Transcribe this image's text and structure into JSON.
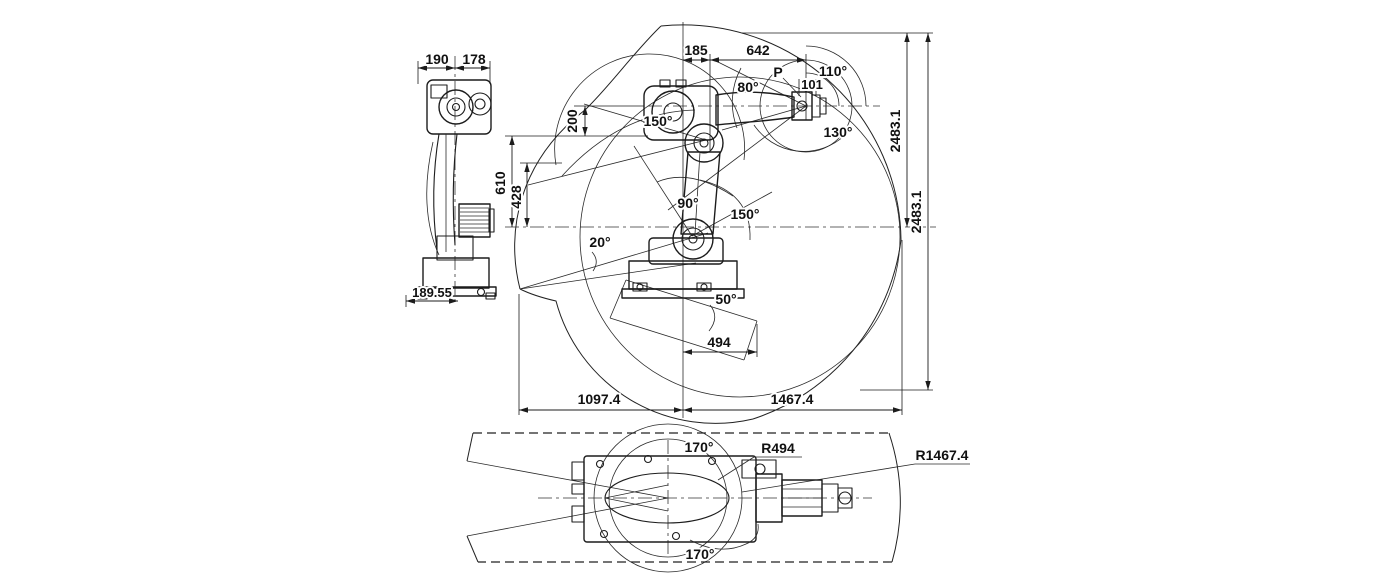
{
  "front_view": {
    "dim_width_left": "190",
    "dim_width_right": "178",
    "dim_base_width": "189.55"
  },
  "main_view": {
    "dims": {
      "offset_j2": "185",
      "forearm": "642",
      "wrist_offset": "200",
      "elbow_height": "610",
      "inner_height": "428",
      "vertical_reach_inner": "2483.1",
      "vertical_reach_outer": "2483.1",
      "p_offset": "101",
      "lower_offset": "494",
      "rear_reach": "1097.4",
      "front_reach": "1467.4"
    },
    "angles": {
      "a80": "80°",
      "a110": "110°",
      "a130": "130°",
      "a150_upper": "150°",
      "a90": "90°",
      "a150_lower": "150°",
      "a20": "20°",
      "a50": "50°"
    },
    "point_label": "P"
  },
  "top_view": {
    "angle_top": "170°",
    "angle_bottom": "170°",
    "radius_inner": "R494",
    "radius_outer": "R1467.4"
  },
  "colors": {
    "line": "#1c1c1c",
    "background": "#ffffff"
  }
}
